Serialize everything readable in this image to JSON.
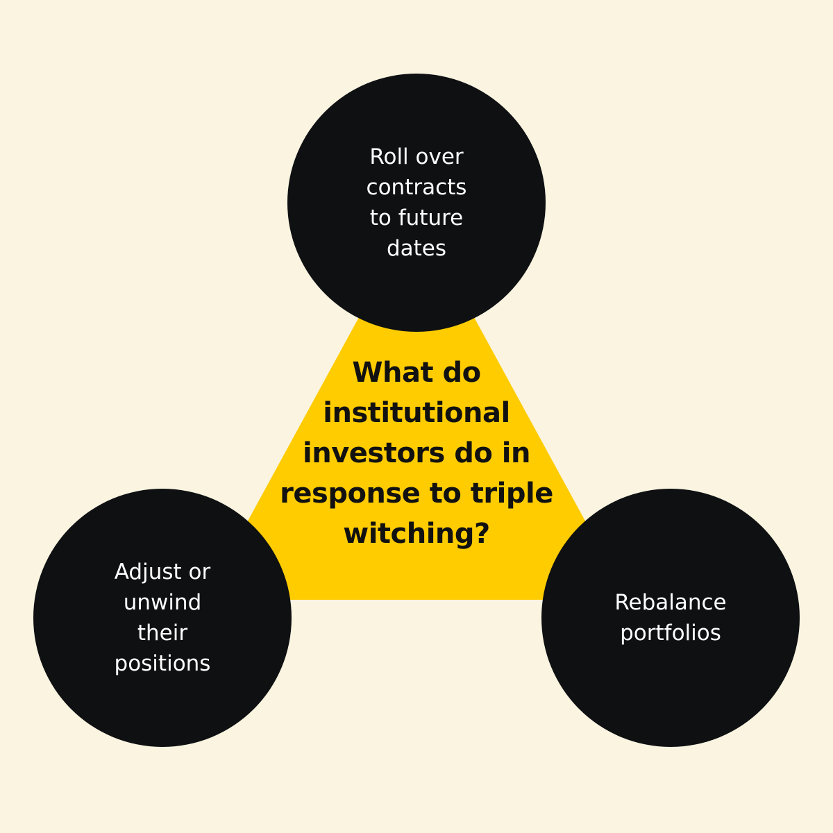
{
  "colors": {
    "background": "#FAF4E1",
    "triangle": "#FFCC00",
    "circle": "#0E1012",
    "circle_text": "#FFFFFF",
    "question_text": "#111111"
  },
  "question": "What do\ninstitutional\ninvestors do in\nresponse to triple\nwitching?",
  "nodes": {
    "top": "Roll over\ncontracts\nto future\ndates",
    "left": "Adjust or\nunwind\ntheir\npositions",
    "right": "Rebalance\nportfolios"
  }
}
